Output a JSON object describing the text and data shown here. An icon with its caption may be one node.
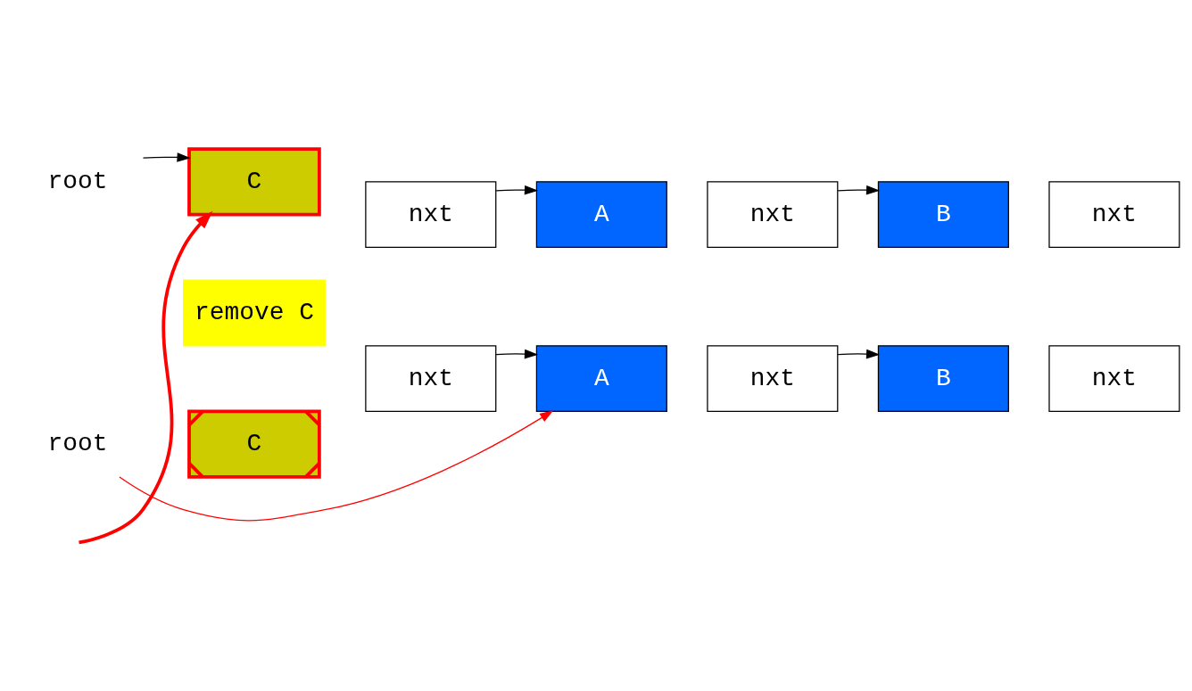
{
  "diagram": {
    "nodes": [
      {
        "text": [
          "root"
        ]
      },
      {
        "text": [
          "C"
        ]
      },
      {
        "text": [
          "nxt"
        ]
      },
      {
        "text": [
          "A"
        ]
      },
      {
        "text": [
          "nxt"
        ]
      },
      {
        "text": [
          "B"
        ]
      },
      {
        "text": [
          "nxt"
        ]
      },
      {
        "text": [
          "remove C"
        ]
      },
      {
        "text": [
          "root"
        ]
      },
      {
        "text": [
          "C"
        ]
      },
      {
        "text": [
          "nxt"
        ]
      },
      {
        "text": [
          "A"
        ]
      },
      {
        "text": [
          "nxt"
        ]
      },
      {
        "text": [
          "B"
        ]
      },
      {
        "text": [
          "nxt"
        ]
      }
    ],
    "edges": [
      {
        "from": 0,
        "to": 1,
        "arrow": "to"
      },
      {
        "from": null,
        "to": 1,
        "arrow": "to",
        "style": "thick",
        "color": "#ff0000"
      },
      {
        "from": 2,
        "to": 3,
        "arrow": "to"
      },
      {
        "from": 4,
        "to": 5,
        "arrow": "to"
      },
      {
        "from": 8,
        "to": 11,
        "arrow": "to",
        "color": "#ff0000"
      },
      {
        "from": 10,
        "to": 11,
        "arrow": "to"
      },
      {
        "from": 12,
        "to": 13,
        "arrow": "to"
      }
    ]
  }
}
